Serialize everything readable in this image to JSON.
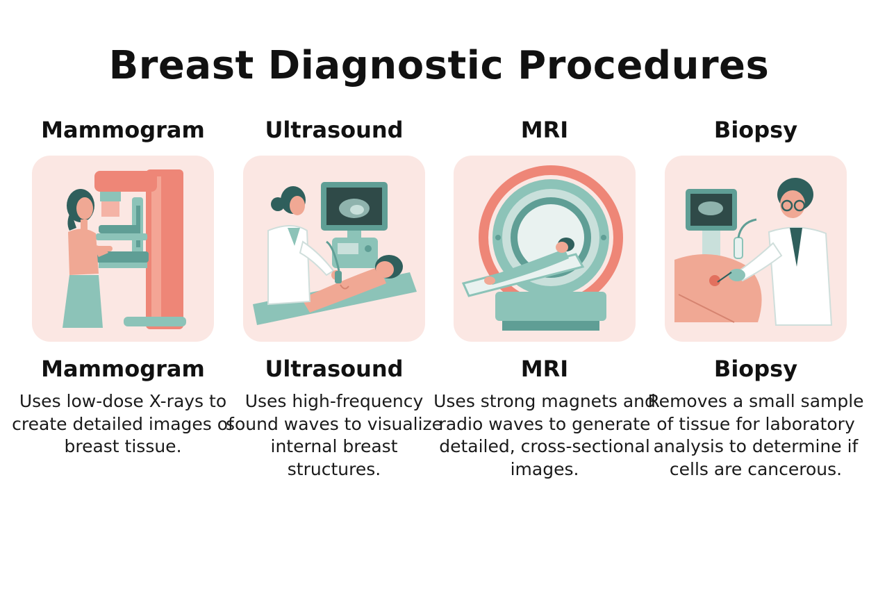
{
  "title": "Breast Diagnostic Procedures",
  "colors": {
    "card_bg": "#fbe7e3",
    "coral": "#ee8677",
    "teal": "#8cc3b8",
    "dark_teal": "#2f5f5c",
    "skin": "#f0a894"
  },
  "procedures": [
    {
      "top_label": "Mammogram",
      "illustration": "mammography-machine-illustration",
      "label": "Mammogram",
      "description": "Uses low-dose X-rays to create detailed images of breast tissue."
    },
    {
      "top_label": "Ultrasound",
      "illustration": "ultrasound-exam-illustration",
      "label": "Ultrasound",
      "description": "Uses high-frequency sound waves to visualize internal breast structures."
    },
    {
      "top_label": "MRI",
      "illustration": "mri-scanner-illustration",
      "label": "MRI",
      "description": "Uses strong magnets and radio waves to generate detailed, cross-sectional images."
    },
    {
      "top_label": "Biopsy",
      "illustration": "biopsy-procedure-illustration",
      "label": "Biopsy",
      "description": "Removes a small sample of tissue for laboratory analysis to determine if cells are cancerous."
    }
  ]
}
